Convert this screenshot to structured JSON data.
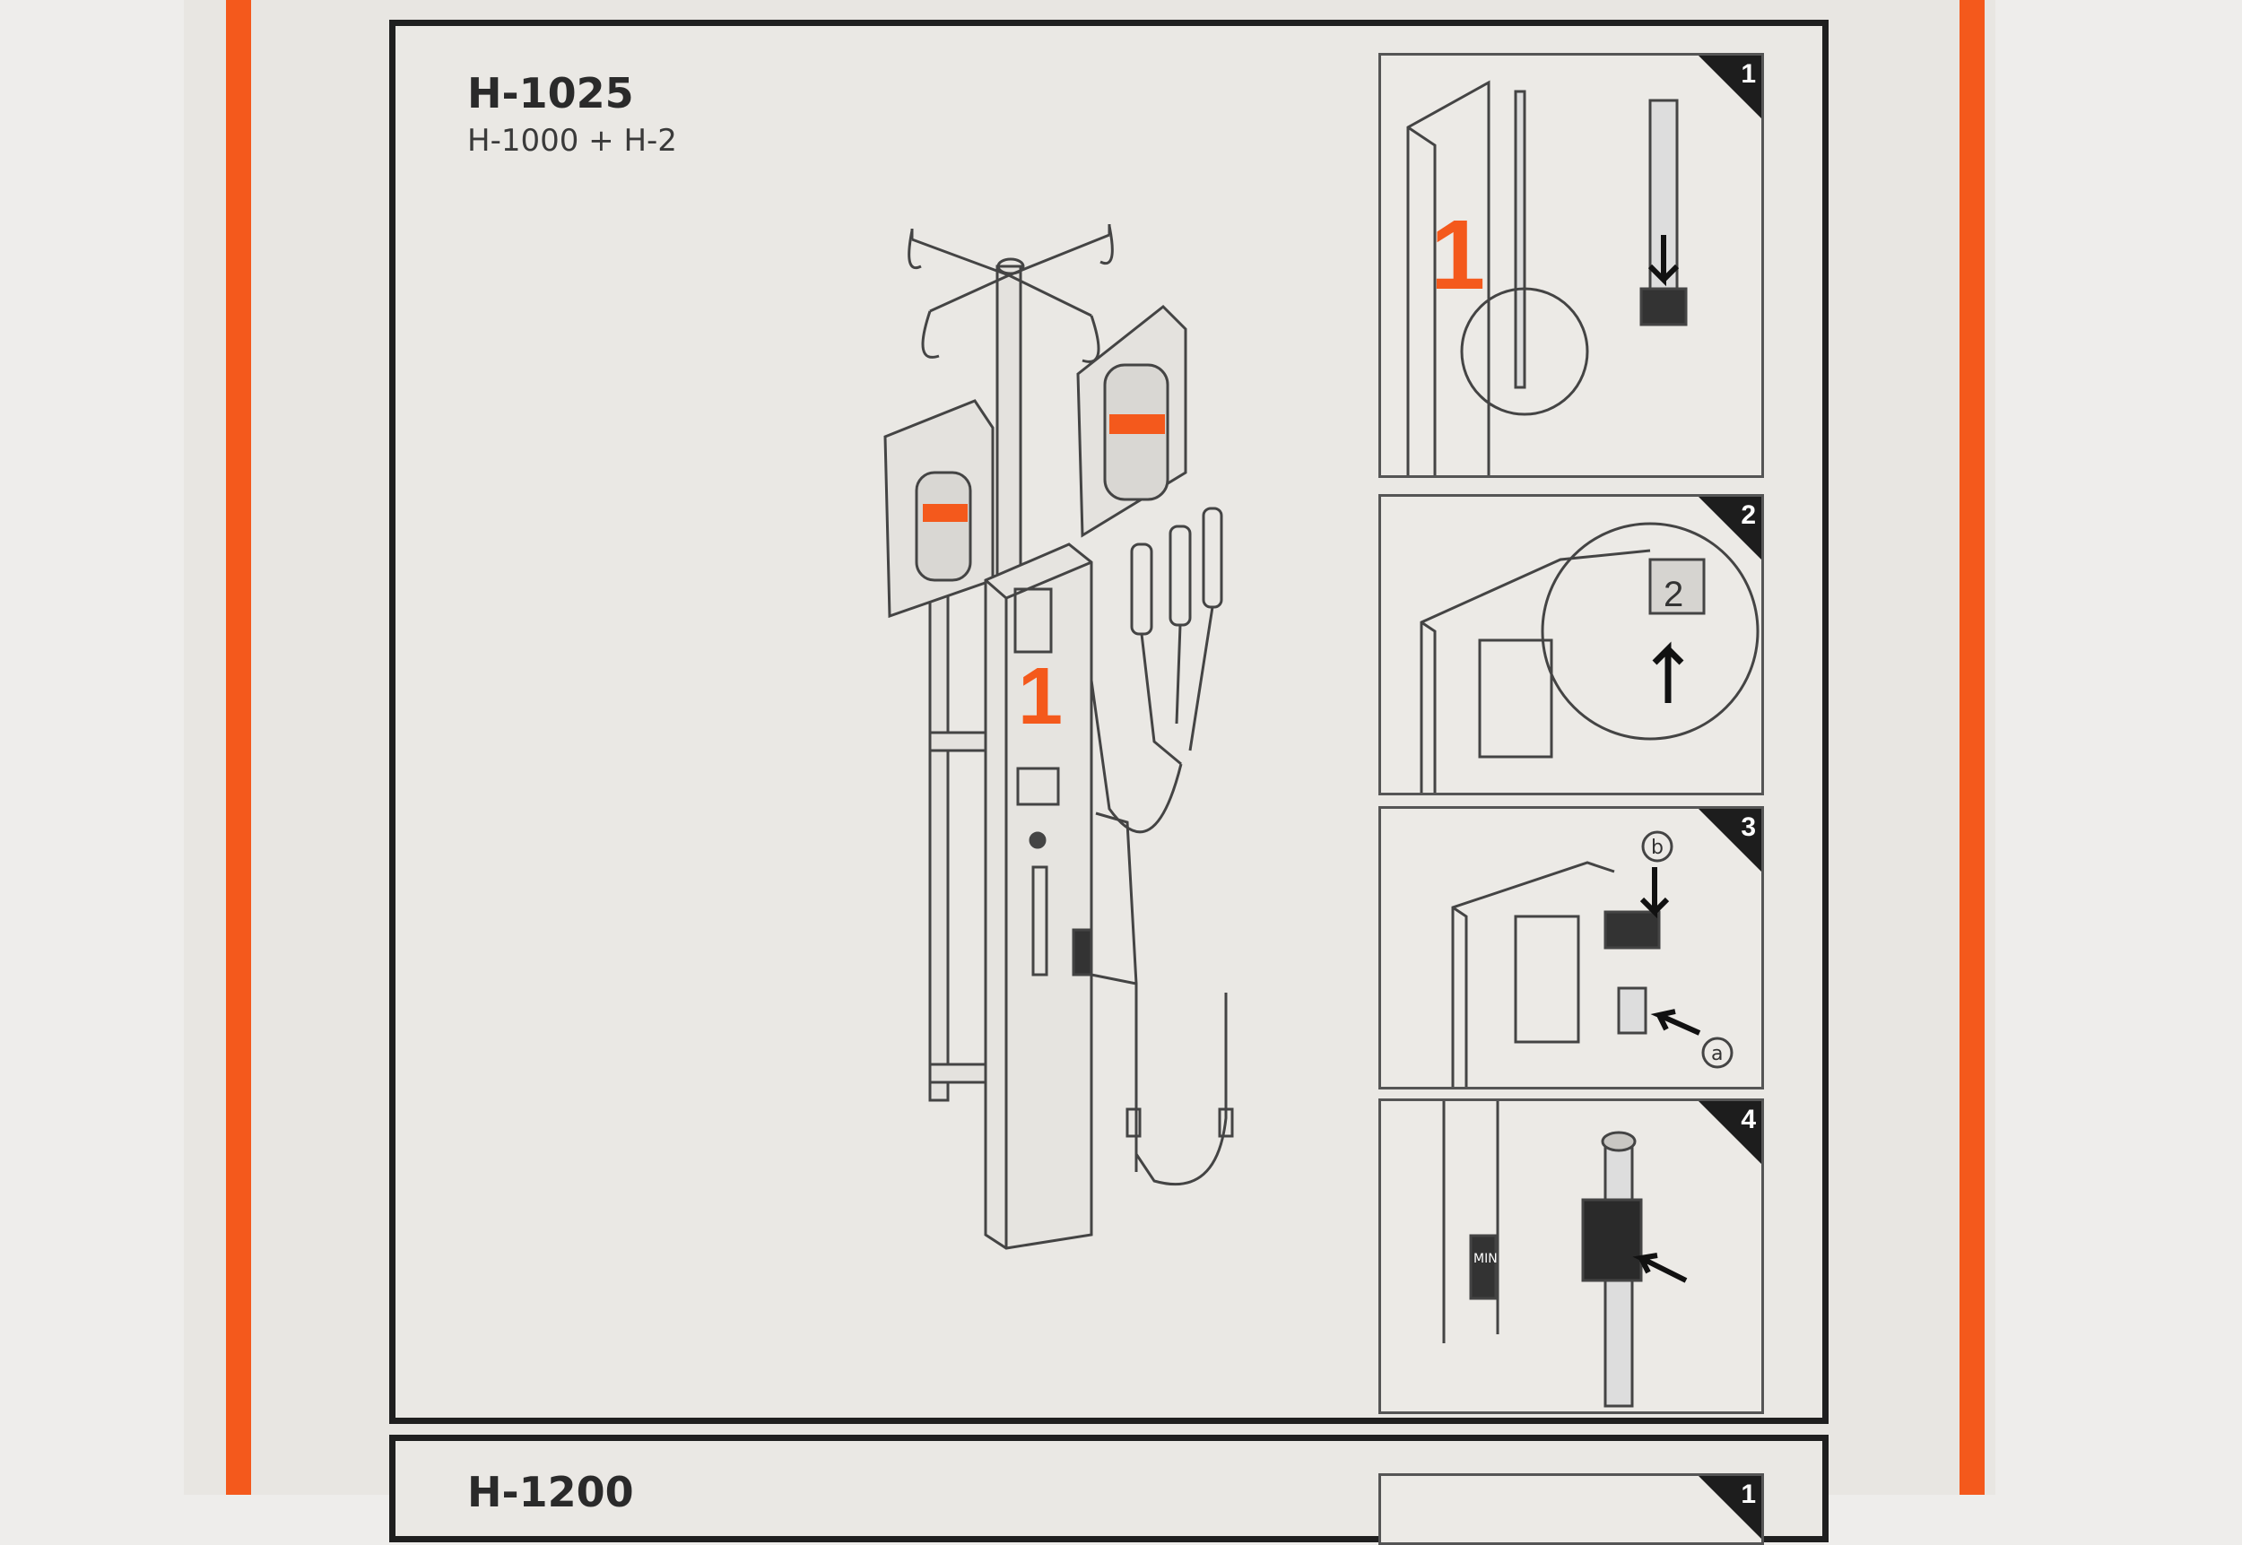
{
  "sheet": {
    "title": "H-1025",
    "subtitle": "H-1000 + H-2",
    "device_number": "1",
    "steps": [
      {
        "number": "1"
      },
      {
        "number": "2",
        "label": "2"
      },
      {
        "number": "3",
        "callouts": [
          "b",
          "a"
        ]
      },
      {
        "number": "4",
        "label": "MIN"
      }
    ],
    "next_section": {
      "title": "H-1200",
      "first_step": "1"
    },
    "accent_color": "#f4591c"
  }
}
